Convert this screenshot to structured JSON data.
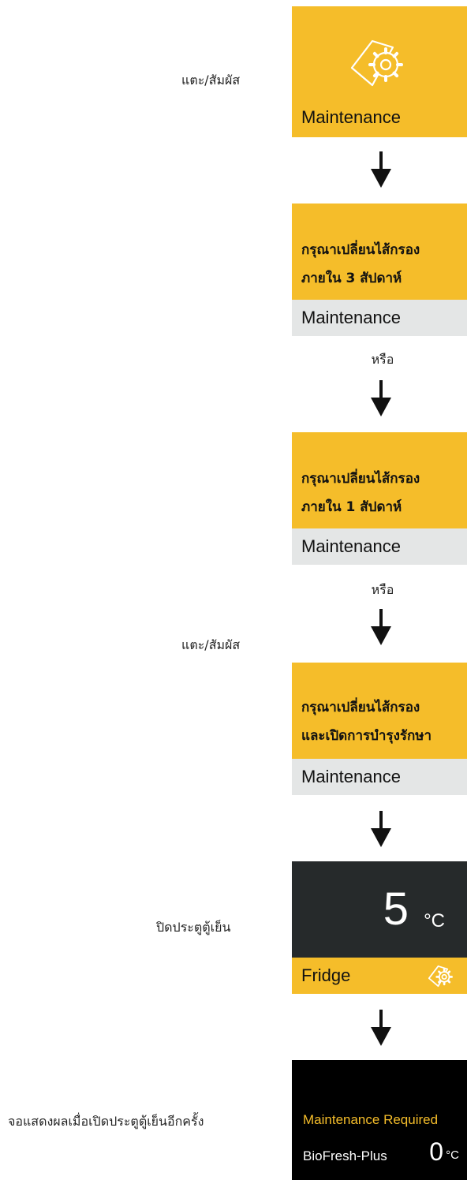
{
  "steps": {
    "touch_label": "แตะ/สัมผัส",
    "or_label": "หรือ",
    "close_door_label": "ปิดประตูตู้เย็น",
    "reopen_label": "จอแสดงผลเมื่อเปิดประตูตู้เย็นอีกครั้ง"
  },
  "screen1": {
    "icon": "maintenance-gear-icon",
    "title": "Maintenance"
  },
  "screen2": {
    "line1": "กรุณาเปลี่ยนไส้กรอง",
    "line2": "ภายใน 3 สัปดาห์",
    "title": "Maintenance"
  },
  "screen3": {
    "line1": "กรุณาเปลี่ยนไส้กรอง",
    "line2": "ภายใน 1 สัปดาห์",
    "title": "Maintenance"
  },
  "screen4": {
    "line1": "กรุณาเปลี่ยนไส้กรอง",
    "line2": "และเปิดการบำรุงรักษา",
    "title": "Maintenance"
  },
  "screen5": {
    "temperature": "5",
    "unit": "°C",
    "zone": "Fridge",
    "icon": "maintenance-gear-icon"
  },
  "screen6": {
    "alert": "Maintenance Required",
    "zone": "BioFresh-Plus",
    "temperature": "0",
    "unit": "°C"
  },
  "colors": {
    "accent_yellow": "#f5bd2a",
    "panel_grey": "#e4e6e6",
    "dark": "#262a2b",
    "black": "#000000",
    "alert_text": "#f5bd2a"
  }
}
